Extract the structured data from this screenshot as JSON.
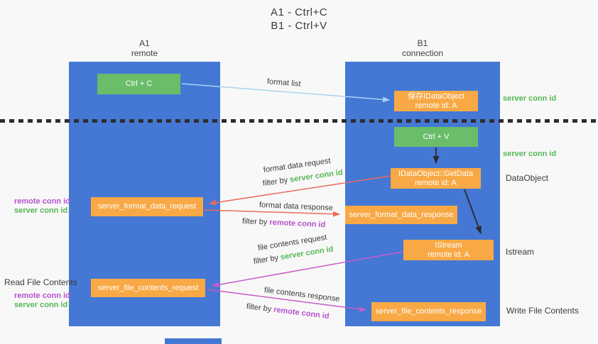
{
  "title": {
    "line1": "A1 - Ctrl+C",
    "line2": "B1 - Ctrl+V"
  },
  "lanes": {
    "a1": {
      "name": "A1",
      "subtitle": "remote"
    },
    "b1": {
      "name": "B1",
      "subtitle": "connection"
    }
  },
  "boxes": {
    "ctrl_c": {
      "label": "Ctrl + C"
    },
    "save_dataobject": {
      "line1": "保存IDataObject",
      "line2": "remote id: A"
    },
    "ctrl_v": {
      "label": "Ctrl + V"
    },
    "getdata": {
      "line1": "IDataObject::GetData",
      "line2": "remote id: A"
    },
    "format_request": {
      "label": "server_format_data_request"
    },
    "format_response": {
      "label": "server_format_data_response"
    },
    "istream": {
      "line1": "IStream",
      "line2": "remote id: A"
    },
    "file_request": {
      "label": "server_file_contents_request"
    },
    "file_response": {
      "label": "server_file_contents_response"
    }
  },
  "side_labels": {
    "server_conn_id_top": "server conn id",
    "server_conn_id_mid": "server conn id",
    "dataobject": "DataObject",
    "istream": "Istream",
    "write_file_contents": "Write File Contents",
    "read_file_contents": "Read File Contents",
    "left_remote_conn_1": "remote conn id",
    "left_server_conn_1": "server conn id",
    "left_remote_conn_2": "remote conn id",
    "left_server_conn_2": "server conn id"
  },
  "arrows": {
    "format_list": {
      "label": "format list"
    },
    "format_request": {
      "label": "format data request",
      "filter_prefix": "filter by",
      "filter_key": "server conn id"
    },
    "format_response": {
      "label": "format data response",
      "filter_prefix": "filter by",
      "filter_key": "remote conn id"
    },
    "file_request": {
      "label": "file contents request",
      "filter_prefix": "filter by",
      "filter_key": "server conn id"
    },
    "file_response": {
      "label": "file contents response",
      "filter_prefix": "filter by",
      "filter_key": "remote conn id"
    }
  },
  "colors": {
    "lane_blue": "#4478d4",
    "box_green": "#6abd69",
    "box_orange": "#f8a945",
    "text_green": "#55b755",
    "text_purple": "#b551cf",
    "arrow_red": "#e96b5e",
    "arrow_magenta": "#c75bcb",
    "arrow_light_blue": "#a9d4f3",
    "arrow_black": "#2b2b2b",
    "background": "#f8f8f8"
  }
}
